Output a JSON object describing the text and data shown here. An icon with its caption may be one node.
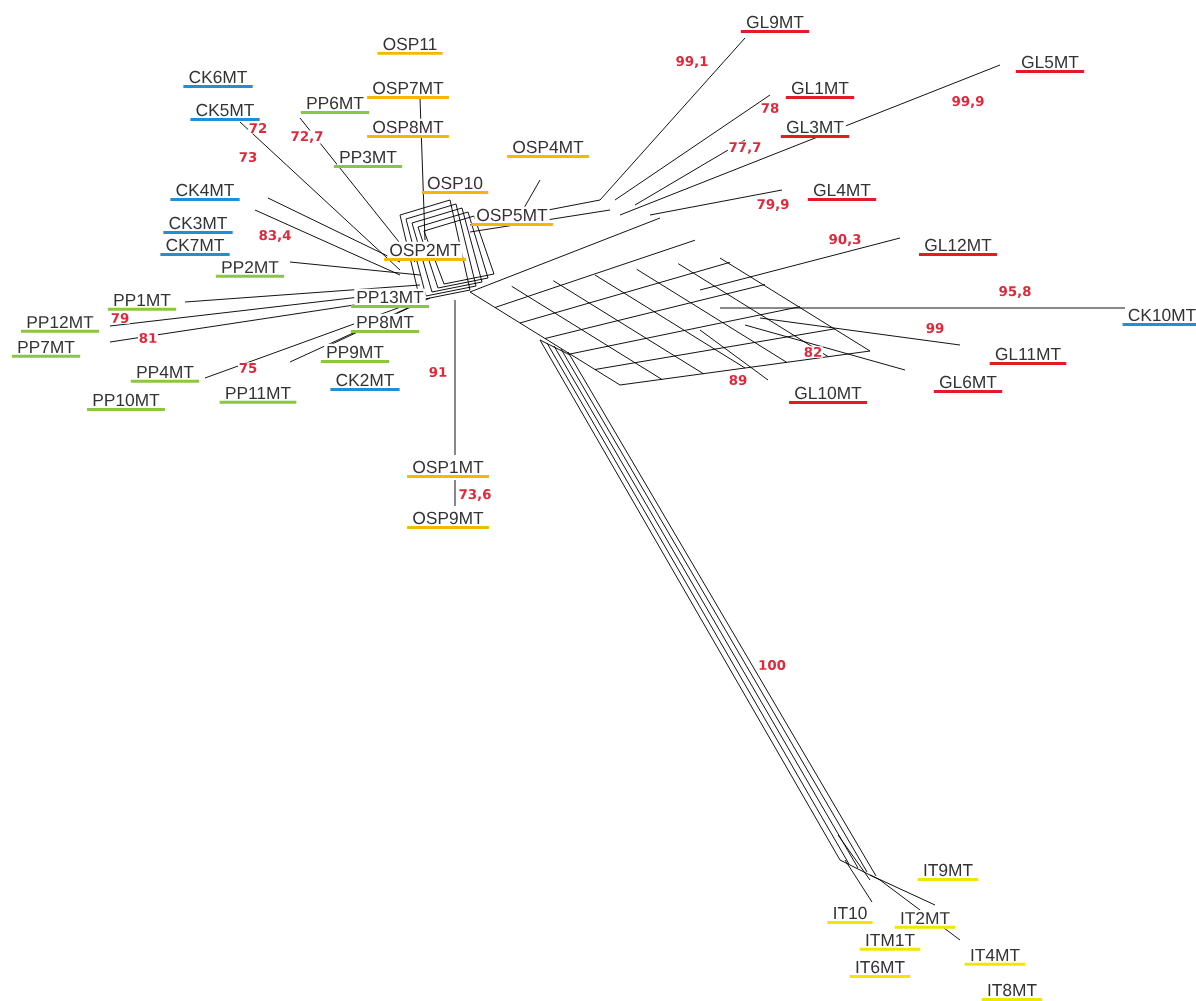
{
  "diagram": {
    "nodes": [
      {
        "text": [
          "GL9MT"
        ]
      },
      {
        "text": [
          "OSP11"
        ]
      },
      {
        "text": [
          "GL5MT"
        ]
      },
      {
        "text": [
          "CK6MT"
        ]
      },
      {
        "text": [
          "OSP7MT"
        ]
      },
      {
        "text": [
          "GL1MT"
        ]
      },
      {
        "text": [
          "PP6MT"
        ]
      },
      {
        "text": [
          "CK5MT"
        ]
      },
      {
        "text": [
          "OSP8MT"
        ]
      },
      {
        "text": [
          "GL3MT"
        ]
      },
      {
        "text": [
          "OSP4MT"
        ]
      },
      {
        "text": [
          "PP3MT"
        ]
      },
      {
        "text": [
          "OSP10"
        ]
      },
      {
        "text": [
          "CK4MT"
        ]
      },
      {
        "text": [
          "GL4MT"
        ]
      },
      {
        "text": [
          "OSP5MT"
        ]
      },
      {
        "text": [
          "CK3MT"
        ]
      },
      {
        "text": [
          "CK7MT"
        ]
      },
      {
        "text": [
          "GL12MT"
        ]
      },
      {
        "text": [
          "OSP2MT"
        ]
      },
      {
        "text": [
          "PP2MT"
        ]
      },
      {
        "text": [
          "PP1MT"
        ]
      },
      {
        "text": [
          "PP13MT"
        ]
      },
      {
        "text": [
          "CK10MT"
        ]
      },
      {
        "text": [
          "PP12MT"
        ]
      },
      {
        "text": [
          "PP8MT"
        ]
      },
      {
        "text": [
          "PP7MT"
        ]
      },
      {
        "text": [
          "GL11MT"
        ]
      },
      {
        "text": [
          "PP9MT"
        ]
      },
      {
        "text": [
          "PP4MT"
        ]
      },
      {
        "text": [
          "CK2MT"
        ]
      },
      {
        "text": [
          "GL6MT"
        ]
      },
      {
        "text": [
          "GL10MT"
        ]
      },
      {
        "text": [
          "PP11MT"
        ]
      },
      {
        "text": [
          "PP10MT"
        ]
      },
      {
        "text": [
          "OSP1MT"
        ]
      },
      {
        "text": [
          "OSP9MT"
        ]
      },
      {
        "text": [
          "IT9MT"
        ]
      },
      {
        "text": [
          "IT10"
        ]
      },
      {
        "text": [
          "IT2MT"
        ]
      },
      {
        "text": [
          "ITM1T"
        ]
      },
      {
        "text": [
          "IT4MT"
        ]
      },
      {
        "text": [
          "IT6MT"
        ]
      },
      {
        "text": [
          "IT8MT"
        ]
      }
    ],
    "labels": [
      "99,1",
      "99,9",
      "78",
      "72",
      "72,7",
      "73",
      "77,7",
      "79,9",
      "83,4",
      "90,3",
      "95,8",
      "79",
      "99",
      "81",
      "82",
      "75",
      "91",
      "89",
      "73,6",
      "100"
    ]
  }
}
